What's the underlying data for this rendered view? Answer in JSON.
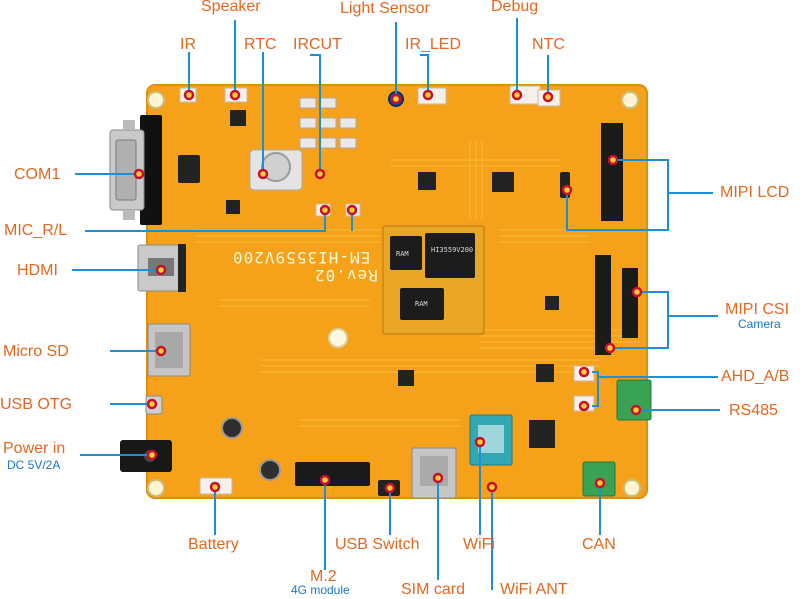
{
  "colors": {
    "pcb": "#f5a21a",
    "pcb_dark": "#e08d10",
    "trace": "#f8b634",
    "label": "#e6661f",
    "sublabel": "#1877c9",
    "leader": "#1e8fd6",
    "marker_fill": "#ffcc33",
    "marker_ring": "#c8102e"
  },
  "board": {
    "silkscreen_model": "EM-HI3559V200",
    "silkscreen_rev": "Rev.02",
    "chip_text_1": "HI3559V200",
    "chip_text_2": "RAM",
    "chip_text_3": "RAM"
  },
  "labels": {
    "speaker": "Speaker",
    "light_sensor": "Light Sensor",
    "debug": "Debug",
    "ir": "IR",
    "rtc": "RTC",
    "ircut": "IRCUT",
    "ir_led": "IR_LED",
    "ntc": "NTC",
    "com1": "COM1",
    "mipi_lcd": "MIPI LCD",
    "mic_rl": "MIC_R/L",
    "hdmi": "HDMI",
    "mipi_csi": "MIPI CSI",
    "mipi_csi_sub": "Camera",
    "micro_sd": "Micro SD",
    "ahd_ab": "AHD_A/B",
    "usb_otg": "USB OTG",
    "rs485": "RS485",
    "power_in": "Power in",
    "power_in_sub": "DC 5V/2A",
    "battery": "Battery",
    "usb_switch": "USB Switch",
    "wifi": "WiFi",
    "can": "CAN",
    "m2": "M.2",
    "m2_sub": "4G module",
    "sim_card": "SIM card",
    "wifi_ant": "WiFi ANT"
  }
}
